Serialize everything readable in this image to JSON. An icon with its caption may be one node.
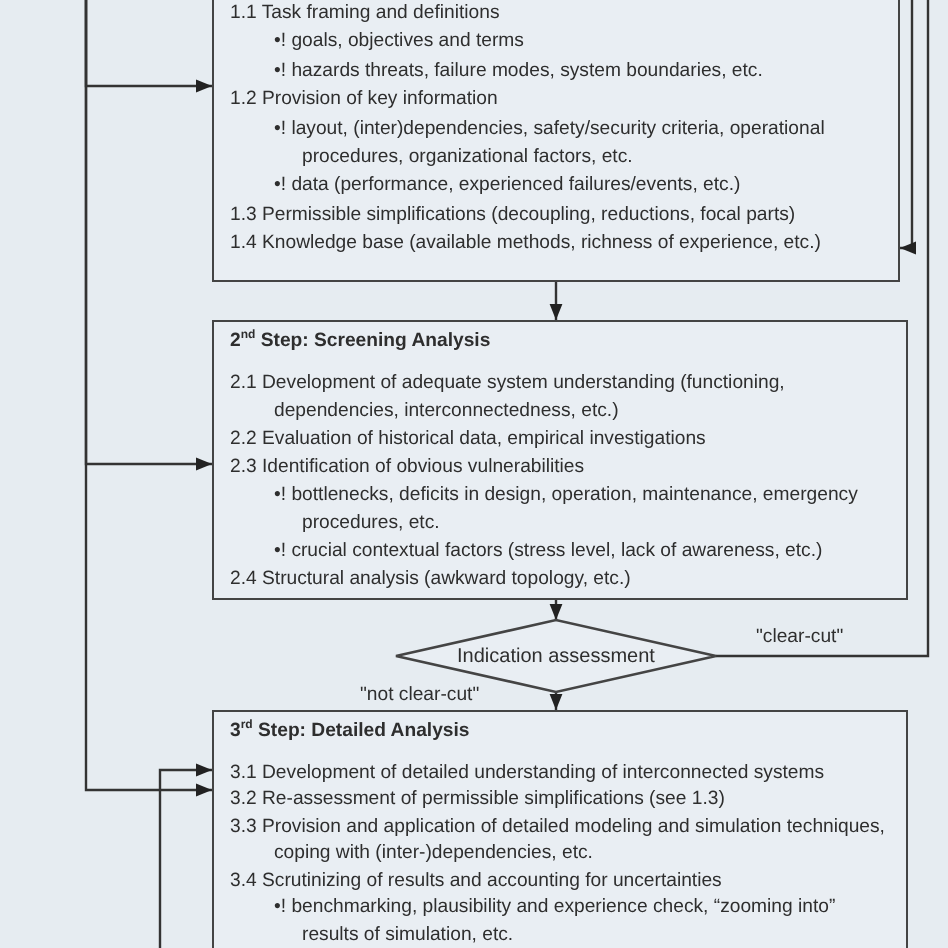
{
  "diagram": {
    "nodes": [
      {
        "text": [
          "1.1 Task framing and definitions",
          "•! goals, objectives and terms",
          "•! hazards threats, failure modes, system boundaries, etc.",
          "1.2 Provision of key information",
          "•! layout, (inter)dependencies, safety/security criteria, operational procedures, organizational factors, etc.",
          "•! data (performance, experienced failures/events, etc.)",
          "1.3 Permissible simplifications (decoupling, reductions, focal parts)",
          "1.4 Knowledge base (available methods, richness of experience, etc.)"
        ]
      },
      {
        "text": [
          "2$^{nd}$ Step: Screening Analysis",
          "2.1 Development of adequate system understanding (functioning, dependencies, interconnectedness, etc.)",
          "2.2 Evaluation of historical data, empirical investigations",
          "2.3 Identification of obvious vulnerabilities",
          "•! bottlenecks, deficits in design, operation, maintenance, emergency procedures, etc.",
          "•! crucial contextual factors (stress level, lack of awareness, etc.)",
          "2.4 Structural analysis (awkward topology, etc.)"
        ]
      },
      {
        "text": [
          "Indication assessment"
        ]
      },
      {
        "text": [
          "3$^{rd}$ Step: Detailed Analysis",
          "3.1 Development of detailed understanding of interconnected systems",
          "3.2 Re-assessment of permissible simplifications (see 1.3)",
          "3.3 Provision and application of detailed modeling and simulation techniques, coping with (inter-)dependencies, etc.",
          "3.4 Scrutinizing of results and accounting for uncertainties",
          "•! benchmarking, plausibility and experience check, “zooming into” results of simulation, etc."
        ]
      }
    ],
    "edges": [
      {
        "from": 0,
        "to": 1,
        "arrow": "to"
      },
      {
        "from": 1,
        "to": 2,
        "arrow": "to"
      },
      {
        "from": 2,
        "to": 3,
        "arrow": "to",
        "label": "\"not clear-cut\""
      },
      {
        "from": 2,
        "to": null,
        "arrow": "none",
        "label": "\"clear-cut\""
      },
      {
        "from": null,
        "to": 0,
        "arrow": "to"
      },
      {
        "from": null,
        "to": 1,
        "arrow": "to"
      },
      {
        "from": null,
        "to": 3,
        "arrow": "to"
      },
      {
        "from": null,
        "to": 0,
        "arrow": "to"
      },
      {
        "from": null,
        "to": 3,
        "arrow": "to"
      }
    ]
  }
}
